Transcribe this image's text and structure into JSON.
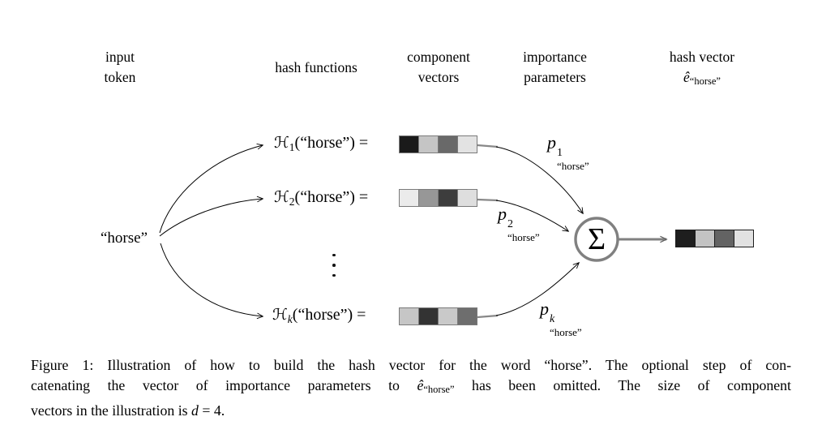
{
  "figure": {
    "headers": {
      "col1_line1": "input",
      "col1_line2": "token",
      "col2": "hash functions",
      "col3_line1": "component",
      "col3_line2": "vectors",
      "col4_line1": "importance",
      "col4_line2": "parameters",
      "col5_line1": "hash vector",
      "col5_ehat": "ê",
      "col5_sub": "“horse”"
    },
    "input_token": "“horse”",
    "hash_symbol": "ℋ",
    "p_symbol": "p",
    "sum_symbol": "Σ",
    "rows": [
      {
        "sub": "1",
        "arg": "(“horse”) =",
        "p_sup": "1",
        "p_sub": "“horse”",
        "cells": [
          "#1a1a1a",
          "#c5c5c5",
          "#696969",
          "#e3e3e3"
        ]
      },
      {
        "sub": "2",
        "arg": "(“horse”) =",
        "p_sup": "2",
        "p_sub": "“horse”",
        "cells": [
          "#ebebeb",
          "#979797",
          "#3d3d3d",
          "#dedede"
        ]
      },
      {
        "sub": "k",
        "arg": "(“horse”) =",
        "p_sup": "k",
        "p_sub": "“horse”",
        "cells": [
          "#c6c6c6",
          "#333333",
          "#c9c9c9",
          "#6e6e6e"
        ]
      }
    ],
    "output": {
      "cells": [
        "#1e1e1e",
        "#c3c3c3",
        "#636363",
        "#e1e1e1"
      ]
    },
    "colors": {
      "vector_border": "#7a7a7a",
      "output_border": "#1c1c1c",
      "sum_circle": "#808080",
      "arrow_black": "#000000",
      "arrow_gray": "#808080"
    }
  },
  "caption": {
    "line1": "Figure 1: Illustration of how to build the hash vector for the word “horse”. The optional step of con-",
    "line2_before": "catenating the vector of importance parameters to ",
    "line2_ehat": "ê",
    "line2_sub": "“horse”",
    "line2_after": " has been omitted. The size of component",
    "line3_before": "vectors in the illustration is ",
    "line3_var": "d",
    "line3_after": " = 4."
  }
}
